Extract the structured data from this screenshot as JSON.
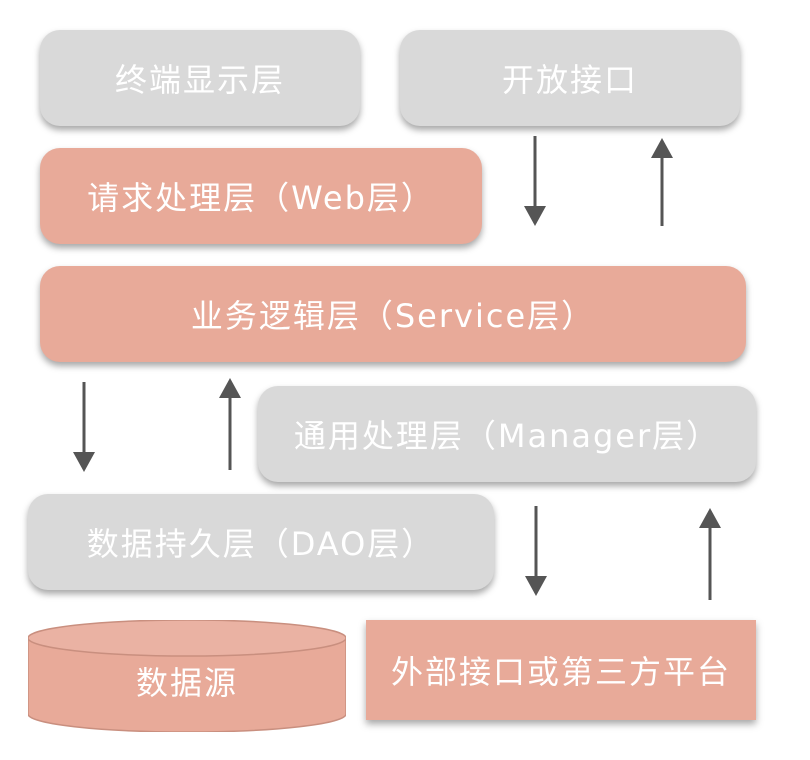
{
  "layers": {
    "terminal_display": "终端显示层",
    "open_interface": "开放接口",
    "web_layer": "请求处理层（Web层）",
    "service_layer": "业务逻辑层（Service层）",
    "manager_layer": "通用处理层（Manager层）",
    "dao_layer": "数据持久层（DAO层）",
    "data_source": "数据源",
    "external": "外部接口或第三方平台"
  },
  "colors": {
    "gray_box": "#d9d9d9",
    "salmon_box": "#e8aa99",
    "arrow": "#555555",
    "text": "#ffffff"
  }
}
